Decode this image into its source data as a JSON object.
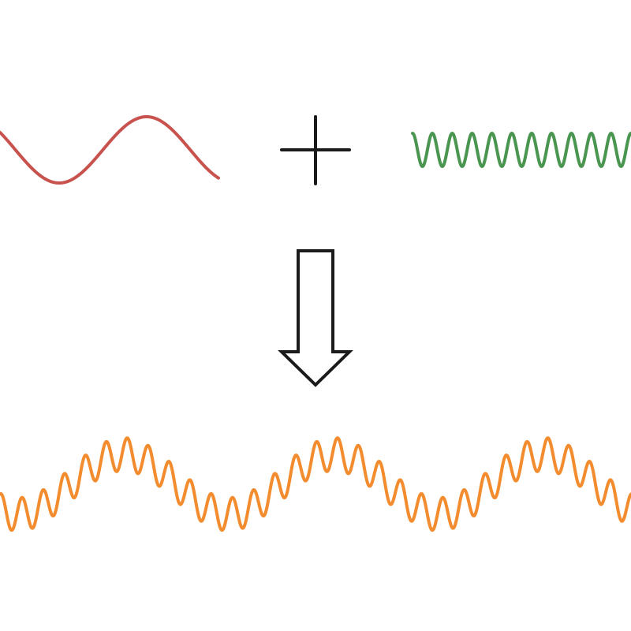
{
  "diagram": {
    "description_type": "wave-superposition",
    "colors": {
      "background": "#ffffff",
      "low_frequency_wave": "#c8534e",
      "high_frequency_wave": "#4a9650",
      "combined_wave": "#f28c2e",
      "symbols": "#1a1a1a"
    },
    "components": [
      {
        "id": "low-frequency-wave",
        "shape": "sine",
        "cycles_shown": 1.25
      },
      {
        "id": "high-frequency-wave",
        "shape": "sine",
        "cycles_shown": 11
      },
      {
        "id": "combined-wave",
        "shape": "sum-of-sines",
        "slow_cycles_shown": 3,
        "fast_cycles_shown": 30
      }
    ],
    "operator_icon": "plus-icon",
    "result_icon": "down-arrow-icon"
  }
}
